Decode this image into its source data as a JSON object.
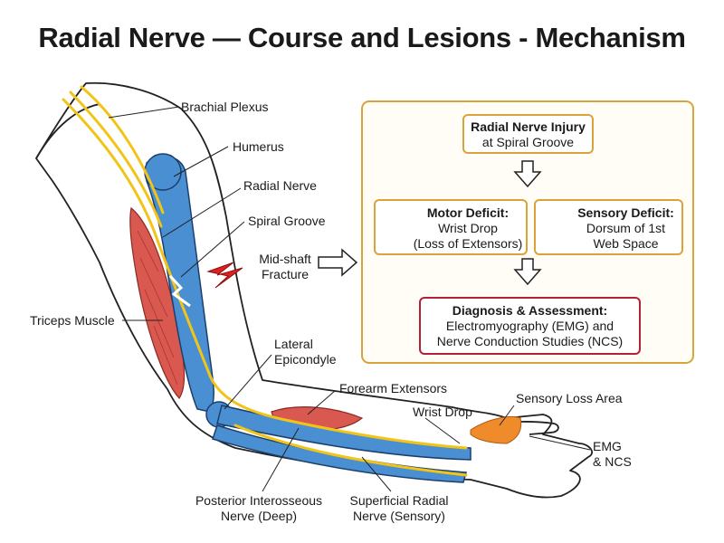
{
  "title": "Radial Nerve — Course and Lesions - Mechanism",
  "labels": {
    "brachial_plexus": "Brachial Plexus",
    "humerus": "Humerus",
    "radial_nerve": "Radial Nerve",
    "spiral_groove": "Spiral Groove",
    "midshaft_fracture_l1": "Mid-shaft",
    "midshaft_fracture_l2": "Fracture",
    "triceps": "Triceps Muscle",
    "lateral_epicondyle_l1": "Lateral",
    "lateral_epicondyle_l2": "Epicondyle",
    "forearm_extensors": "Forearm Extensors",
    "wrist_drop": "Wrist Drop",
    "sensory_loss_area": "Sensory Loss Area",
    "emg_ncs_l1": "EMG",
    "emg_ncs_l2": "& NCS",
    "pin_l1": "Posterior Interosseous",
    "pin_l2": "Nerve (Deep)",
    "superficial_l1": "Superficial Radial",
    "superficial_l2": "Nerve (Sensory)"
  },
  "flow": {
    "injury": {
      "line1": "Radial Nerve Injury",
      "line2": "at Spiral Groove"
    },
    "motor": {
      "heading": "Motor Deficit:",
      "line1": "Wrist Drop",
      "line2": "(Loss of Extensors)"
    },
    "sensory": {
      "heading": "Sensory Deficit:",
      "line1": "Dorsum of 1st",
      "line2": "Web Space"
    },
    "diagnosis": {
      "heading": "Diagnosis & Assessment:",
      "line1": "Electromyography (EMG) and",
      "line2": "Nerve Conduction Studies (NCS)"
    }
  },
  "colors": {
    "bone": "#4a8fd1",
    "nerve": "#f2c418",
    "muscle": "#d9584f",
    "sensory_area": "#f08b2b",
    "panel_border": "#d9a33c",
    "diagnosis_border": "#b22234",
    "fracture": "#e02020"
  }
}
